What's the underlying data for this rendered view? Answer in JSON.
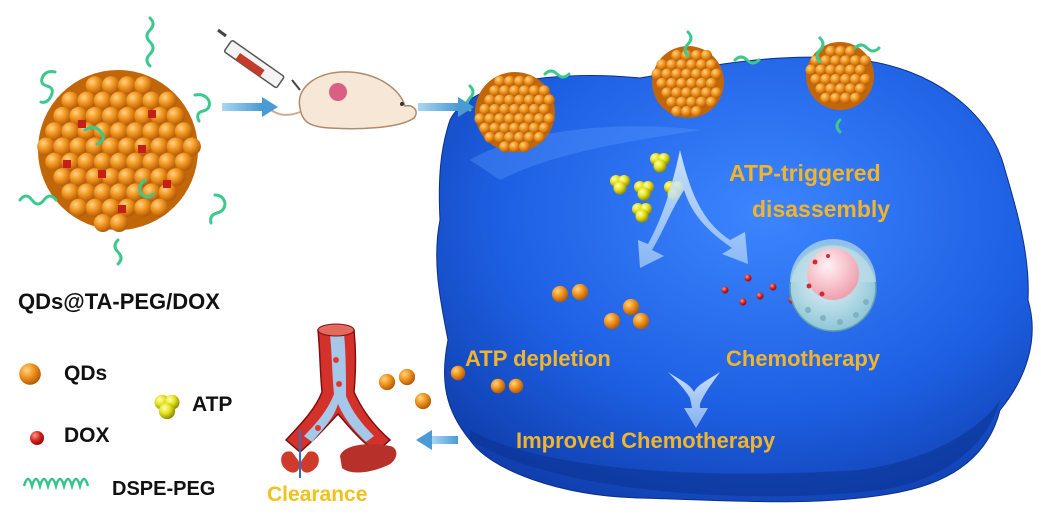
{
  "title": "QDs@TA-PEG/DOX",
  "cell_labels": {
    "disassembly_line1": "ATP-triggered",
    "disassembly_line2": "disassembly",
    "atp_depletion": "ATP depletion",
    "chemotherapy": "Chemotherapy",
    "improved": "Improved Chemotherapy",
    "clearance": "Clearance"
  },
  "legend": {
    "qds": "QDs",
    "dox": "DOX",
    "atp": "ATP",
    "dspe_peg": "DSPE-PEG"
  },
  "colors": {
    "cell_blue": "#1f5fe0",
    "qd_orange": "#f08c1a",
    "dox_red": "#d4201f",
    "peg_green": "#35c58a",
    "atp_yellow": "#e5e41a",
    "label_gold": "#f2b42a",
    "arrow_blue": "#6fb3e6"
  }
}
